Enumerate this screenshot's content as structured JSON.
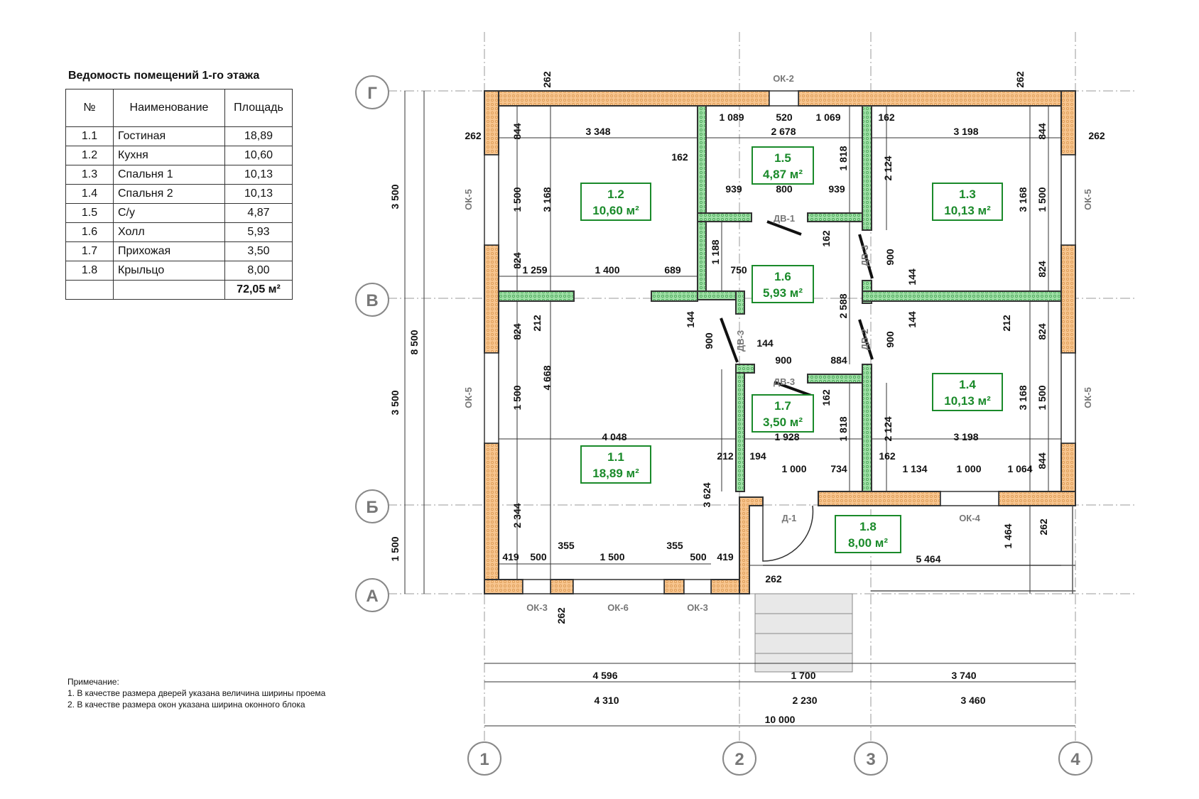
{
  "schedule": {
    "title": "Ведомость помещений 1-го этажа",
    "headers": [
      "№",
      "Наименование",
      "Площадь"
    ],
    "rows": [
      {
        "num": "1.1",
        "name": "Гостиная",
        "area": "18,89"
      },
      {
        "num": "1.2",
        "name": "Кухня",
        "area": "10,60"
      },
      {
        "num": "1.3",
        "name": "Спальня 1",
        "area": "10,13"
      },
      {
        "num": "1.4",
        "name": "Спальня 2",
        "area": "10,13"
      },
      {
        "num": "1.5",
        "name": "С/у",
        "area": "4,87"
      },
      {
        "num": "1.6",
        "name": "Холл",
        "area": "5,93"
      },
      {
        "num": "1.7",
        "name": "Прихожая",
        "area": "3,50"
      },
      {
        "num": "1.8",
        "name": "Крыльцо",
        "area": "8,00"
      }
    ],
    "total": "72,05 м²"
  },
  "notes": {
    "title": "Примечание:",
    "lines": [
      "1. В качестве размера дверей указана величина ширины проема",
      "2. В качестве размера окон указана ширина оконного блока"
    ]
  },
  "axes": {
    "rows": [
      "Г",
      "В",
      "Б",
      "А"
    ],
    "cols": [
      "1",
      "2",
      "3",
      "4"
    ]
  },
  "rooms": [
    {
      "num": "1.1",
      "area": "18,89 м²"
    },
    {
      "num": "1.2",
      "area": "10,60 м²"
    },
    {
      "num": "1.3",
      "area": "10,13 м²"
    },
    {
      "num": "1.4",
      "area": "10,13 м²"
    },
    {
      "num": "1.5",
      "area": "4,87 м²"
    },
    {
      "num": "1.6",
      "area": "5,93 м²"
    },
    {
      "num": "1.7",
      "area": "3,50 м²"
    },
    {
      "num": "1.8",
      "area": "8,00 м²"
    }
  ],
  "tags": {
    "ok2": "ОК-2",
    "ok3": "ОК-3",
    "ok4": "ОК-4",
    "ok5": "ОК-5",
    "ok6": "ОК-6",
    "dv1": "ДВ-1",
    "dv2": "ДВ-2",
    "dv3": "ДВ-3",
    "d1": "Д-1"
  },
  "dims": {
    "overall_width": "10 000",
    "axis_spans": [
      "4 310",
      "2 230",
      "3 460"
    ],
    "bottom_chain": [
      "4 596",
      "1 700",
      "3 740"
    ],
    "overall_height": "8 500",
    "left_spans": [
      "3 500",
      "3 500",
      "1 500"
    ],
    "top_262": "262",
    "kitchen_w": "3 348",
    "bath_w": "2 678",
    "bed1_w": "3 198",
    "bed2_w": "3 198",
    "bath_top": [
      "1 089",
      "520",
      "1 069"
    ],
    "bath_mid": [
      "939",
      "800",
      "939"
    ],
    "hall_top": [
      "1 259",
      "1 400",
      "689",
      "750"
    ],
    "entry": [
      "900",
      "884",
      "1 928"
    ],
    "living_w": "4 048",
    "living_bottom": [
      "419",
      "500",
      "355",
      "1 500",
      "355",
      "500",
      "419"
    ],
    "entry_bottom": [
      "194",
      "1 000",
      "734"
    ],
    "bed2_bottom": [
      "162",
      "1 134",
      "1 000",
      "1 064"
    ],
    "porch_w": "5 464",
    "v_1818": "1 818",
    "v_2124": "2 124",
    "v_3168": "3 168",
    "v_1500": "1 500",
    "v_824": "824",
    "v_844": "844",
    "v_2588": "2 588",
    "v_1188": "1 188",
    "v_4668": "4 668",
    "v_3624": "3 624",
    "v_2344": "2 344",
    "v_1464": "1 464",
    "v_900": "900",
    "v_144": "144",
    "v_212": "212",
    "v_162": "162"
  }
}
